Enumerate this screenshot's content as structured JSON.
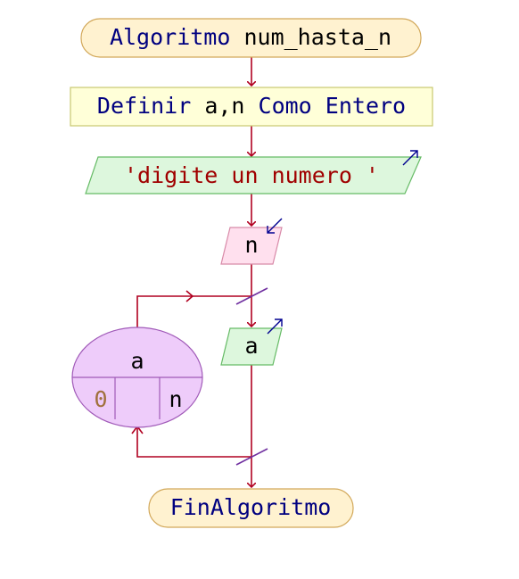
{
  "diagram": {
    "start": {
      "keyword": "Algoritmo",
      "name": "num_hasta_n"
    },
    "define": {
      "keyword1": "Definir",
      "vars": "a,n",
      "keyword2": "Como Entero"
    },
    "output": {
      "text": "'digite un numero '"
    },
    "input": {
      "var": "n"
    },
    "loop": {
      "var": "a",
      "from": "0",
      "step": "",
      "to": "n"
    },
    "loop_output": {
      "var": "a"
    },
    "end": {
      "keyword": "FinAlgoritmo"
    }
  },
  "colors": {
    "terminal_fill": "#fff2d0",
    "terminal_stroke": "#d2a85a",
    "process_fill": "#ffffd8",
    "process_stroke": "#c8c870",
    "output_fill": "#ddf7dd",
    "output_stroke": "#66bb66",
    "input_fill": "#ffe0ee",
    "input_stroke": "#d88aa8",
    "loop_fill": "#eeccfa",
    "loop_stroke": "#a05ab8",
    "flow_line": "#b00020",
    "keyword": "#000080",
    "string": "#a00000",
    "number": "#a0703c",
    "io_arrow": "#000090",
    "cut_mark": "#7030a0"
  }
}
